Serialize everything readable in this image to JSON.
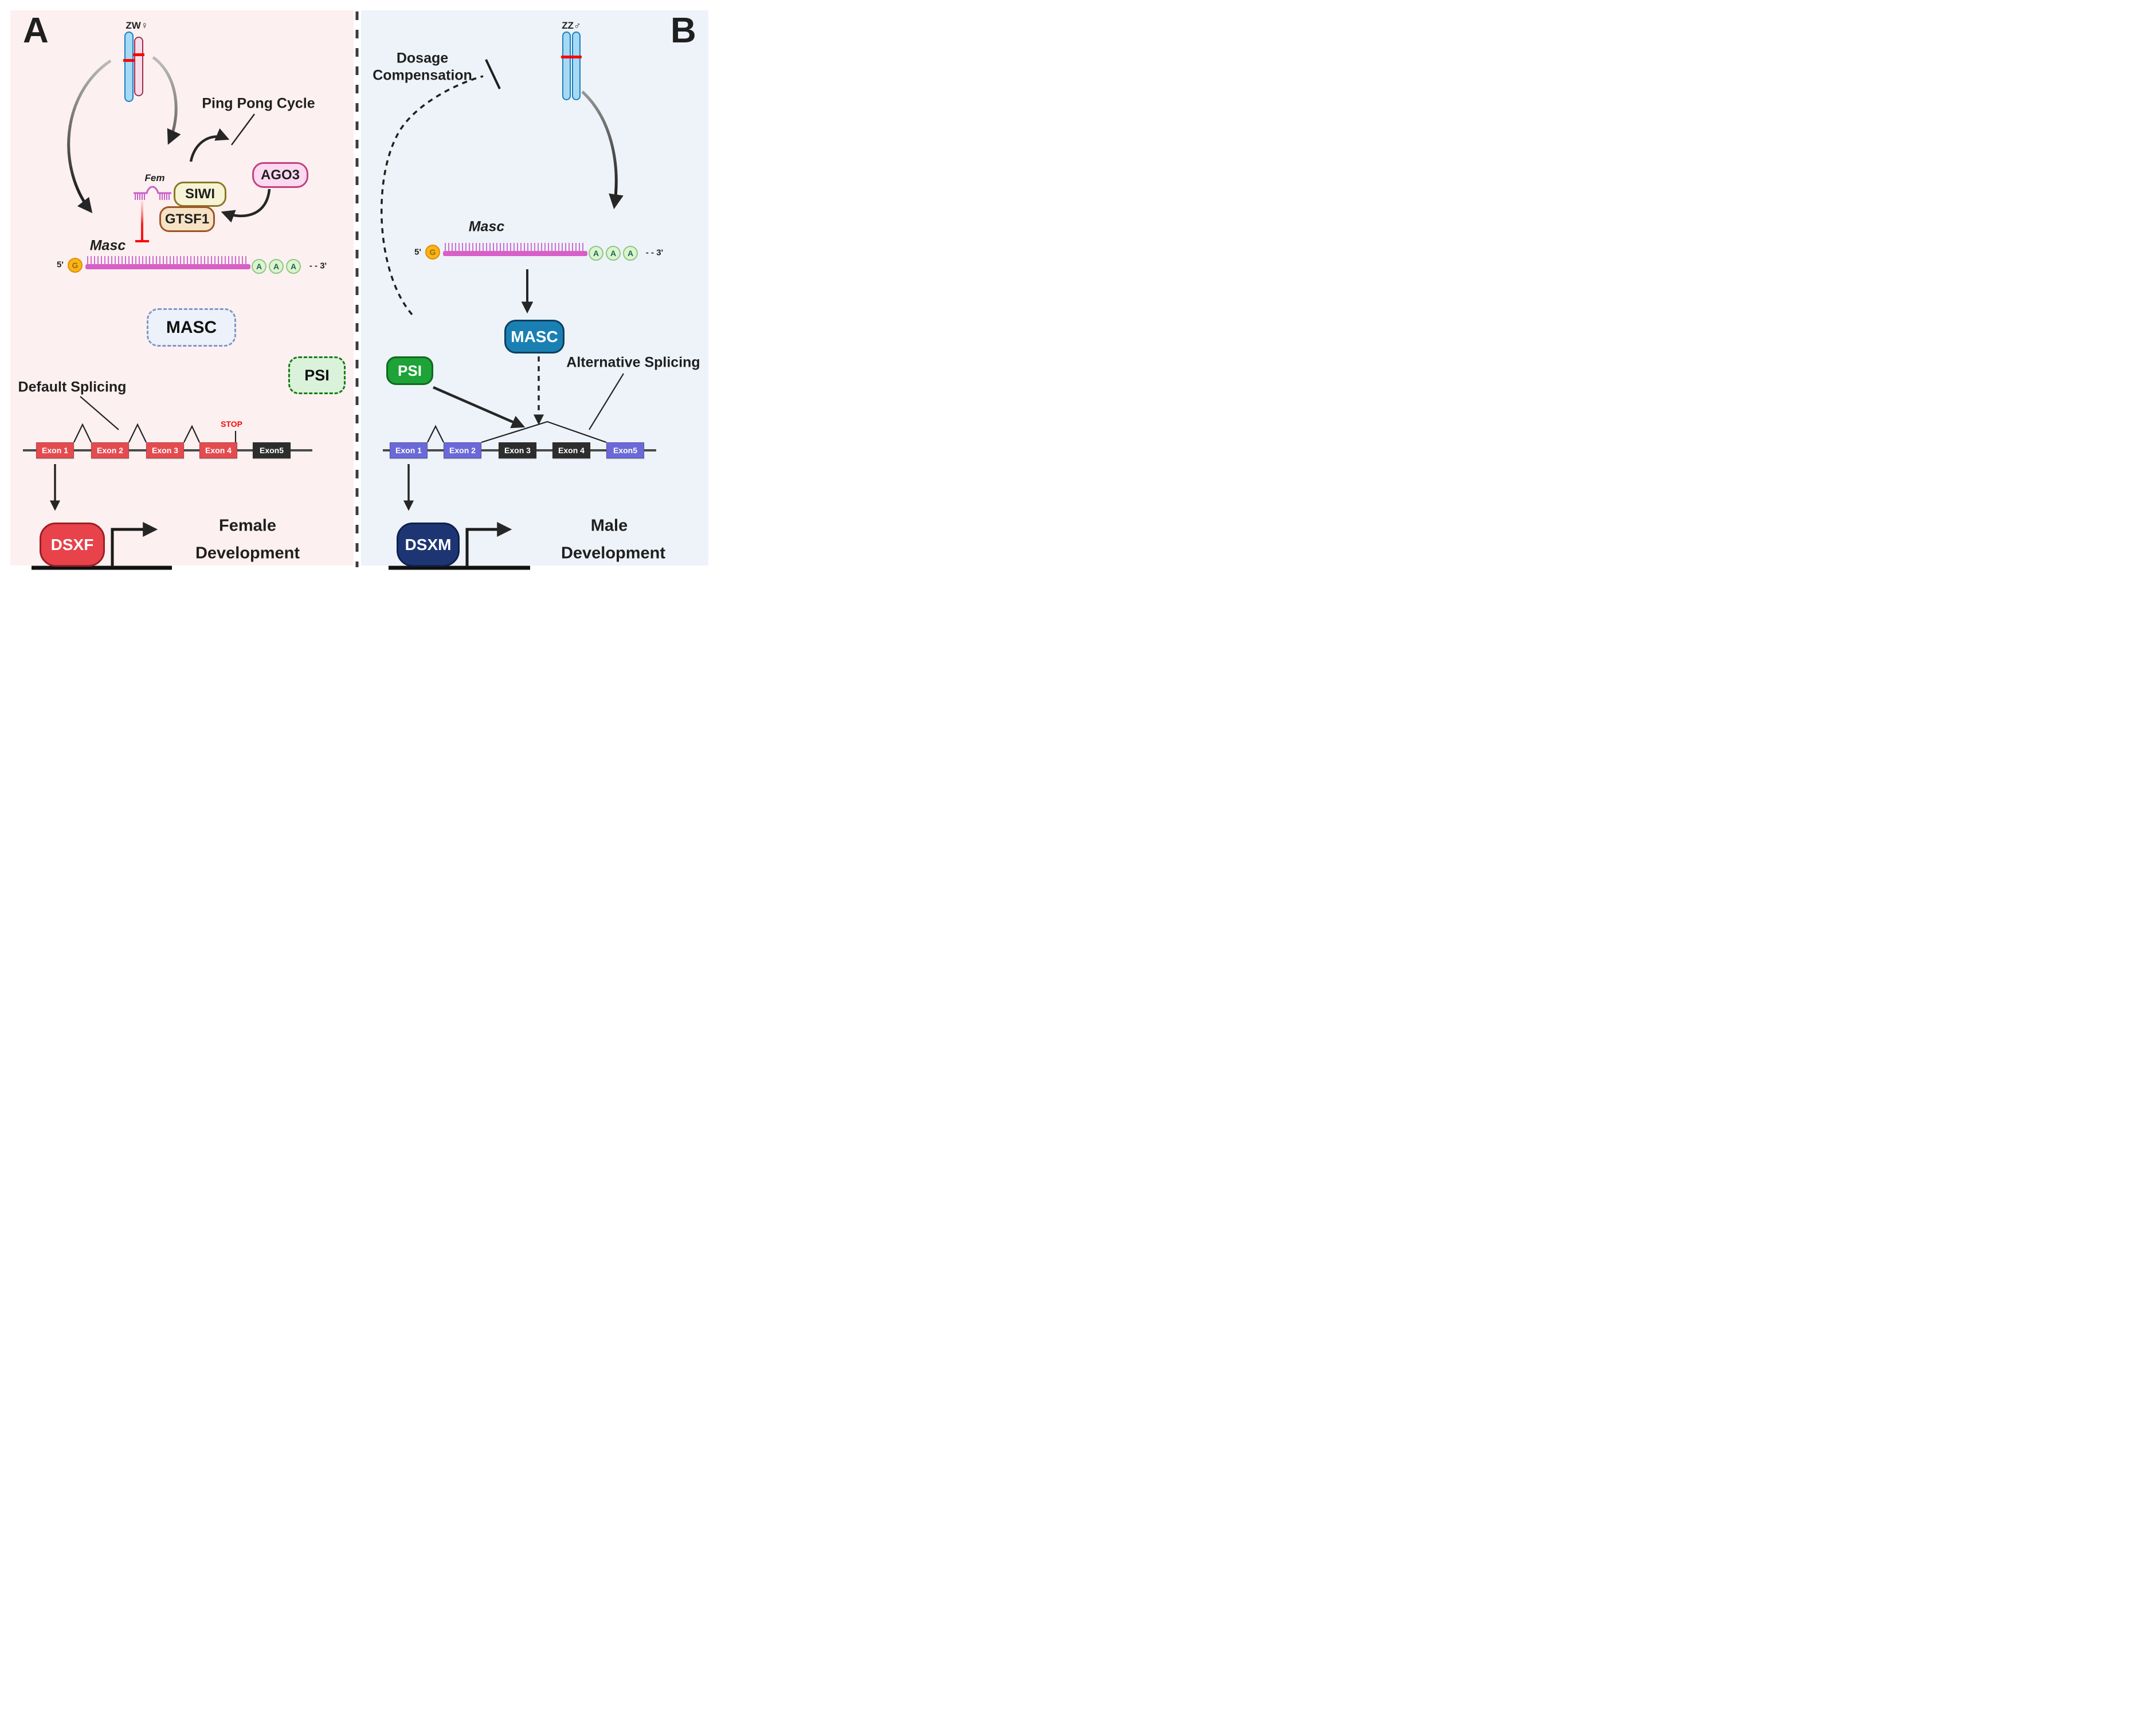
{
  "figure": {
    "panel_a_label": "A",
    "panel_b_label": "B"
  },
  "colors": {
    "panel_a_bg": "#FDF0F0",
    "panel_b_bg": "#EDF3F9",
    "female_red": "#E8424B",
    "male_navy": "#1D3673",
    "masc_blue": "#1A80B4",
    "psi_green": "#1DA338",
    "mrna_magenta": "#D85FC8",
    "inhibition_red": "#F90A0A",
    "exon_red": "#E44B50",
    "exon_purple": "#6B68D8",
    "exon_black": "#2D2D2D",
    "z_chromosome_blue": "#A6D9F2",
    "w_chromosome_pink": "#F8DDE6"
  },
  "panel_a": {
    "karyotype": "ZW♀",
    "ping_pong_cycle_label": "Ping Pong Cycle",
    "fem_pirna_label": "Fem",
    "siwi_label": "SIWI",
    "gtsf1_label": "GTSF1",
    "ago3_label": "AGO3",
    "masc_mrna_label": "Masc",
    "five_prime": "5'",
    "cap_g": "G",
    "poly_a": [
      "A",
      "A",
      "A"
    ],
    "three_prime": "- - 3'",
    "masc_protein_label": "MASC",
    "psi_label": "PSI",
    "default_splicing_label": "Default Splicing",
    "stop_label": "STOP",
    "exons": [
      "Exon 1",
      "Exon 2",
      "Exon 3",
      "Exon 4",
      "Exon5"
    ],
    "dsx_label": "DSXF",
    "development": [
      "Female",
      "Development"
    ]
  },
  "panel_b": {
    "karyotype": "ZZ♂",
    "dosage_compensation": [
      "Dosage",
      "Compensation"
    ],
    "masc_mrna_label": "Masc",
    "five_prime": "5'",
    "cap_g": "G",
    "poly_a": [
      "A",
      "A",
      "A"
    ],
    "three_prime": "- - 3'",
    "masc_protein_label": "MASC",
    "psi_label": "PSI",
    "alternative_splicing_label": "Alternative Splicing",
    "exons": [
      "Exon 1",
      "Exon 2",
      "Exon 3",
      "Exon 4",
      "Exon5"
    ],
    "dsx_label": "DSXM",
    "development": [
      "Male",
      "Development"
    ]
  }
}
